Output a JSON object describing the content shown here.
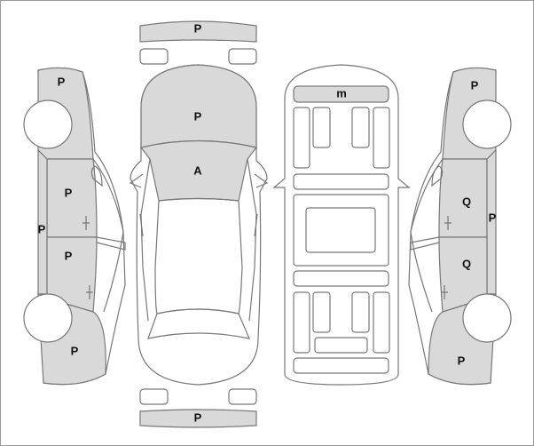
{
  "colors": {
    "damaged_panel": "#d9d9d9",
    "outline": "#777777",
    "background": "#ffffff"
  },
  "labels": {
    "front_bumper": "P",
    "rear_bumper": "P",
    "hood": "P",
    "windshield": "A",
    "roof": "m",
    "left_front_fender": "P",
    "left_front_door": "P",
    "left_rocker": "P",
    "left_rear_door": "P",
    "left_rear_quarter": "P",
    "right_front_fender": "P",
    "right_front_door": "Q",
    "right_rocker": "P",
    "right_rear_door": "Q",
    "right_rear_quarter": "P"
  }
}
